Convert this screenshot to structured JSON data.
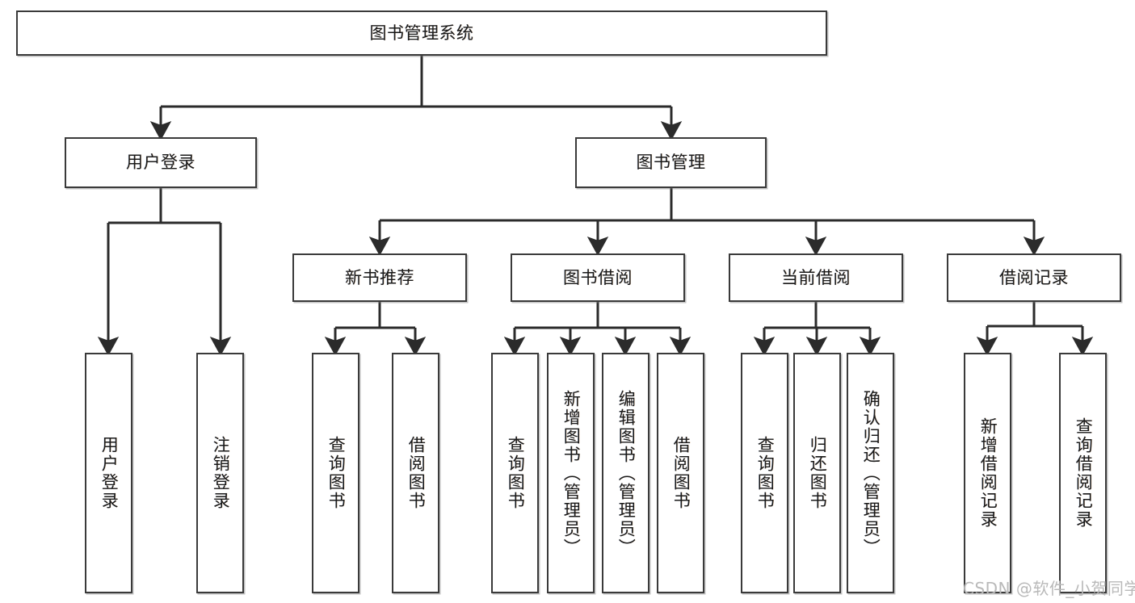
{
  "diagram": {
    "type": "tree-hierarchy",
    "title": "图书管理系统",
    "watermark": "CSDN @软件_小贺同学",
    "colors": {
      "node_border": "#3a3a3a",
      "node_fill": "#ffffff",
      "edge": "#2b2b2b",
      "text": "#1a1a1a",
      "watermark": "#b9b9b9",
      "background": "#ffffff"
    },
    "levels": [
      {
        "level": 1,
        "nodes": [
          {
            "id": "root",
            "label": "图书管理系统",
            "orientation": "horizontal"
          }
        ]
      },
      {
        "level": 2,
        "nodes": [
          {
            "id": "login",
            "label": "用户登录",
            "orientation": "horizontal",
            "parent": "root"
          },
          {
            "id": "bookmgmt",
            "label": "图书管理",
            "orientation": "horizontal",
            "parent": "root"
          }
        ]
      },
      {
        "level": 3,
        "nodes": [
          {
            "id": "newbook",
            "label": "新书推荐",
            "orientation": "horizontal",
            "parent": "bookmgmt"
          },
          {
            "id": "borrow",
            "label": "图书借阅",
            "orientation": "horizontal",
            "parent": "bookmgmt"
          },
          {
            "id": "current",
            "label": "当前借阅",
            "orientation": "horizontal",
            "parent": "bookmgmt"
          },
          {
            "id": "records",
            "label": "借阅记录",
            "orientation": "horizontal",
            "parent": "bookmgmt"
          }
        ]
      },
      {
        "level": 4,
        "nodes": [
          {
            "id": "leaf-login-1",
            "label": "用户登录",
            "orientation": "vertical",
            "parent": "login"
          },
          {
            "id": "leaf-login-2",
            "label": "注销登录",
            "orientation": "vertical",
            "parent": "login"
          },
          {
            "id": "leaf-newbook-1",
            "label": "查询图书",
            "orientation": "vertical",
            "parent": "newbook"
          },
          {
            "id": "leaf-newbook-2",
            "label": "借阅图书",
            "orientation": "vertical",
            "parent": "newbook"
          },
          {
            "id": "leaf-borrow-1",
            "label": "查询图书",
            "orientation": "vertical",
            "parent": "borrow"
          },
          {
            "id": "leaf-borrow-2",
            "label": "新增图书（管理员）",
            "orientation": "vertical",
            "parent": "borrow"
          },
          {
            "id": "leaf-borrow-3",
            "label": "编辑图书（管理员）",
            "orientation": "vertical",
            "parent": "borrow"
          },
          {
            "id": "leaf-borrow-4",
            "label": "借阅图书",
            "orientation": "vertical",
            "parent": "borrow"
          },
          {
            "id": "leaf-current-1",
            "label": "查询图书",
            "orientation": "vertical",
            "parent": "current"
          },
          {
            "id": "leaf-current-2",
            "label": "归还图书",
            "orientation": "vertical",
            "parent": "current"
          },
          {
            "id": "leaf-current-3",
            "label": "确认归还（管理员）",
            "orientation": "vertical",
            "parent": "current"
          },
          {
            "id": "leaf-records-1",
            "label": "新增借阅记录",
            "orientation": "vertical",
            "parent": "records"
          },
          {
            "id": "leaf-records-2",
            "label": "查询借阅记录",
            "orientation": "vertical",
            "parent": "records"
          }
        ]
      }
    ]
  }
}
